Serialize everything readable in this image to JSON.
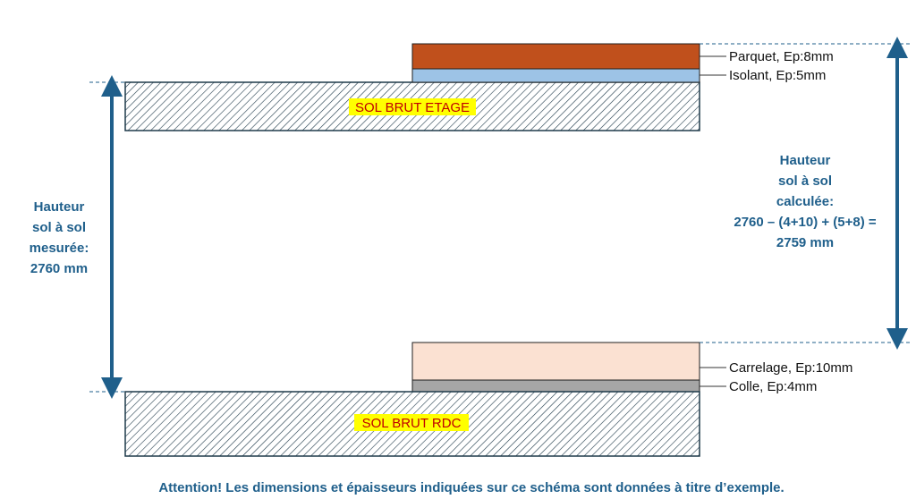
{
  "colors": {
    "parquet": "#c0501c",
    "isolant": "#9dc3e6",
    "carrelage": "#fbe1d2",
    "colle": "#a6a6a6",
    "hatch": "#1f3a4a",
    "label_highlight": "#ffff00",
    "label_text": "#c00000",
    "dimension": "#1f5f8b"
  },
  "slabs": {
    "etage": {
      "label": "SOL BRUT ETAGE"
    },
    "rdc": {
      "label": "SOL BRUT RDC"
    }
  },
  "layers": {
    "parquet": "Parquet, Ep:8mm",
    "isolant": "Isolant, Ep:5mm",
    "carrelage": "Carrelage, Ep:10mm",
    "colle": "Colle, Ep:4mm"
  },
  "measured": {
    "lines": [
      "Hauteur",
      "sol à sol",
      "mesurée:",
      "2760 mm"
    ]
  },
  "computed": {
    "lines": [
      "Hauteur",
      "sol à sol",
      "calculée:",
      "2760 – (4+10) + (5+8) =",
      "2759 mm"
    ]
  },
  "note": "Attention! Les dimensions et épaisseurs indiquées sur ce schéma sont données à titre d’exemple."
}
